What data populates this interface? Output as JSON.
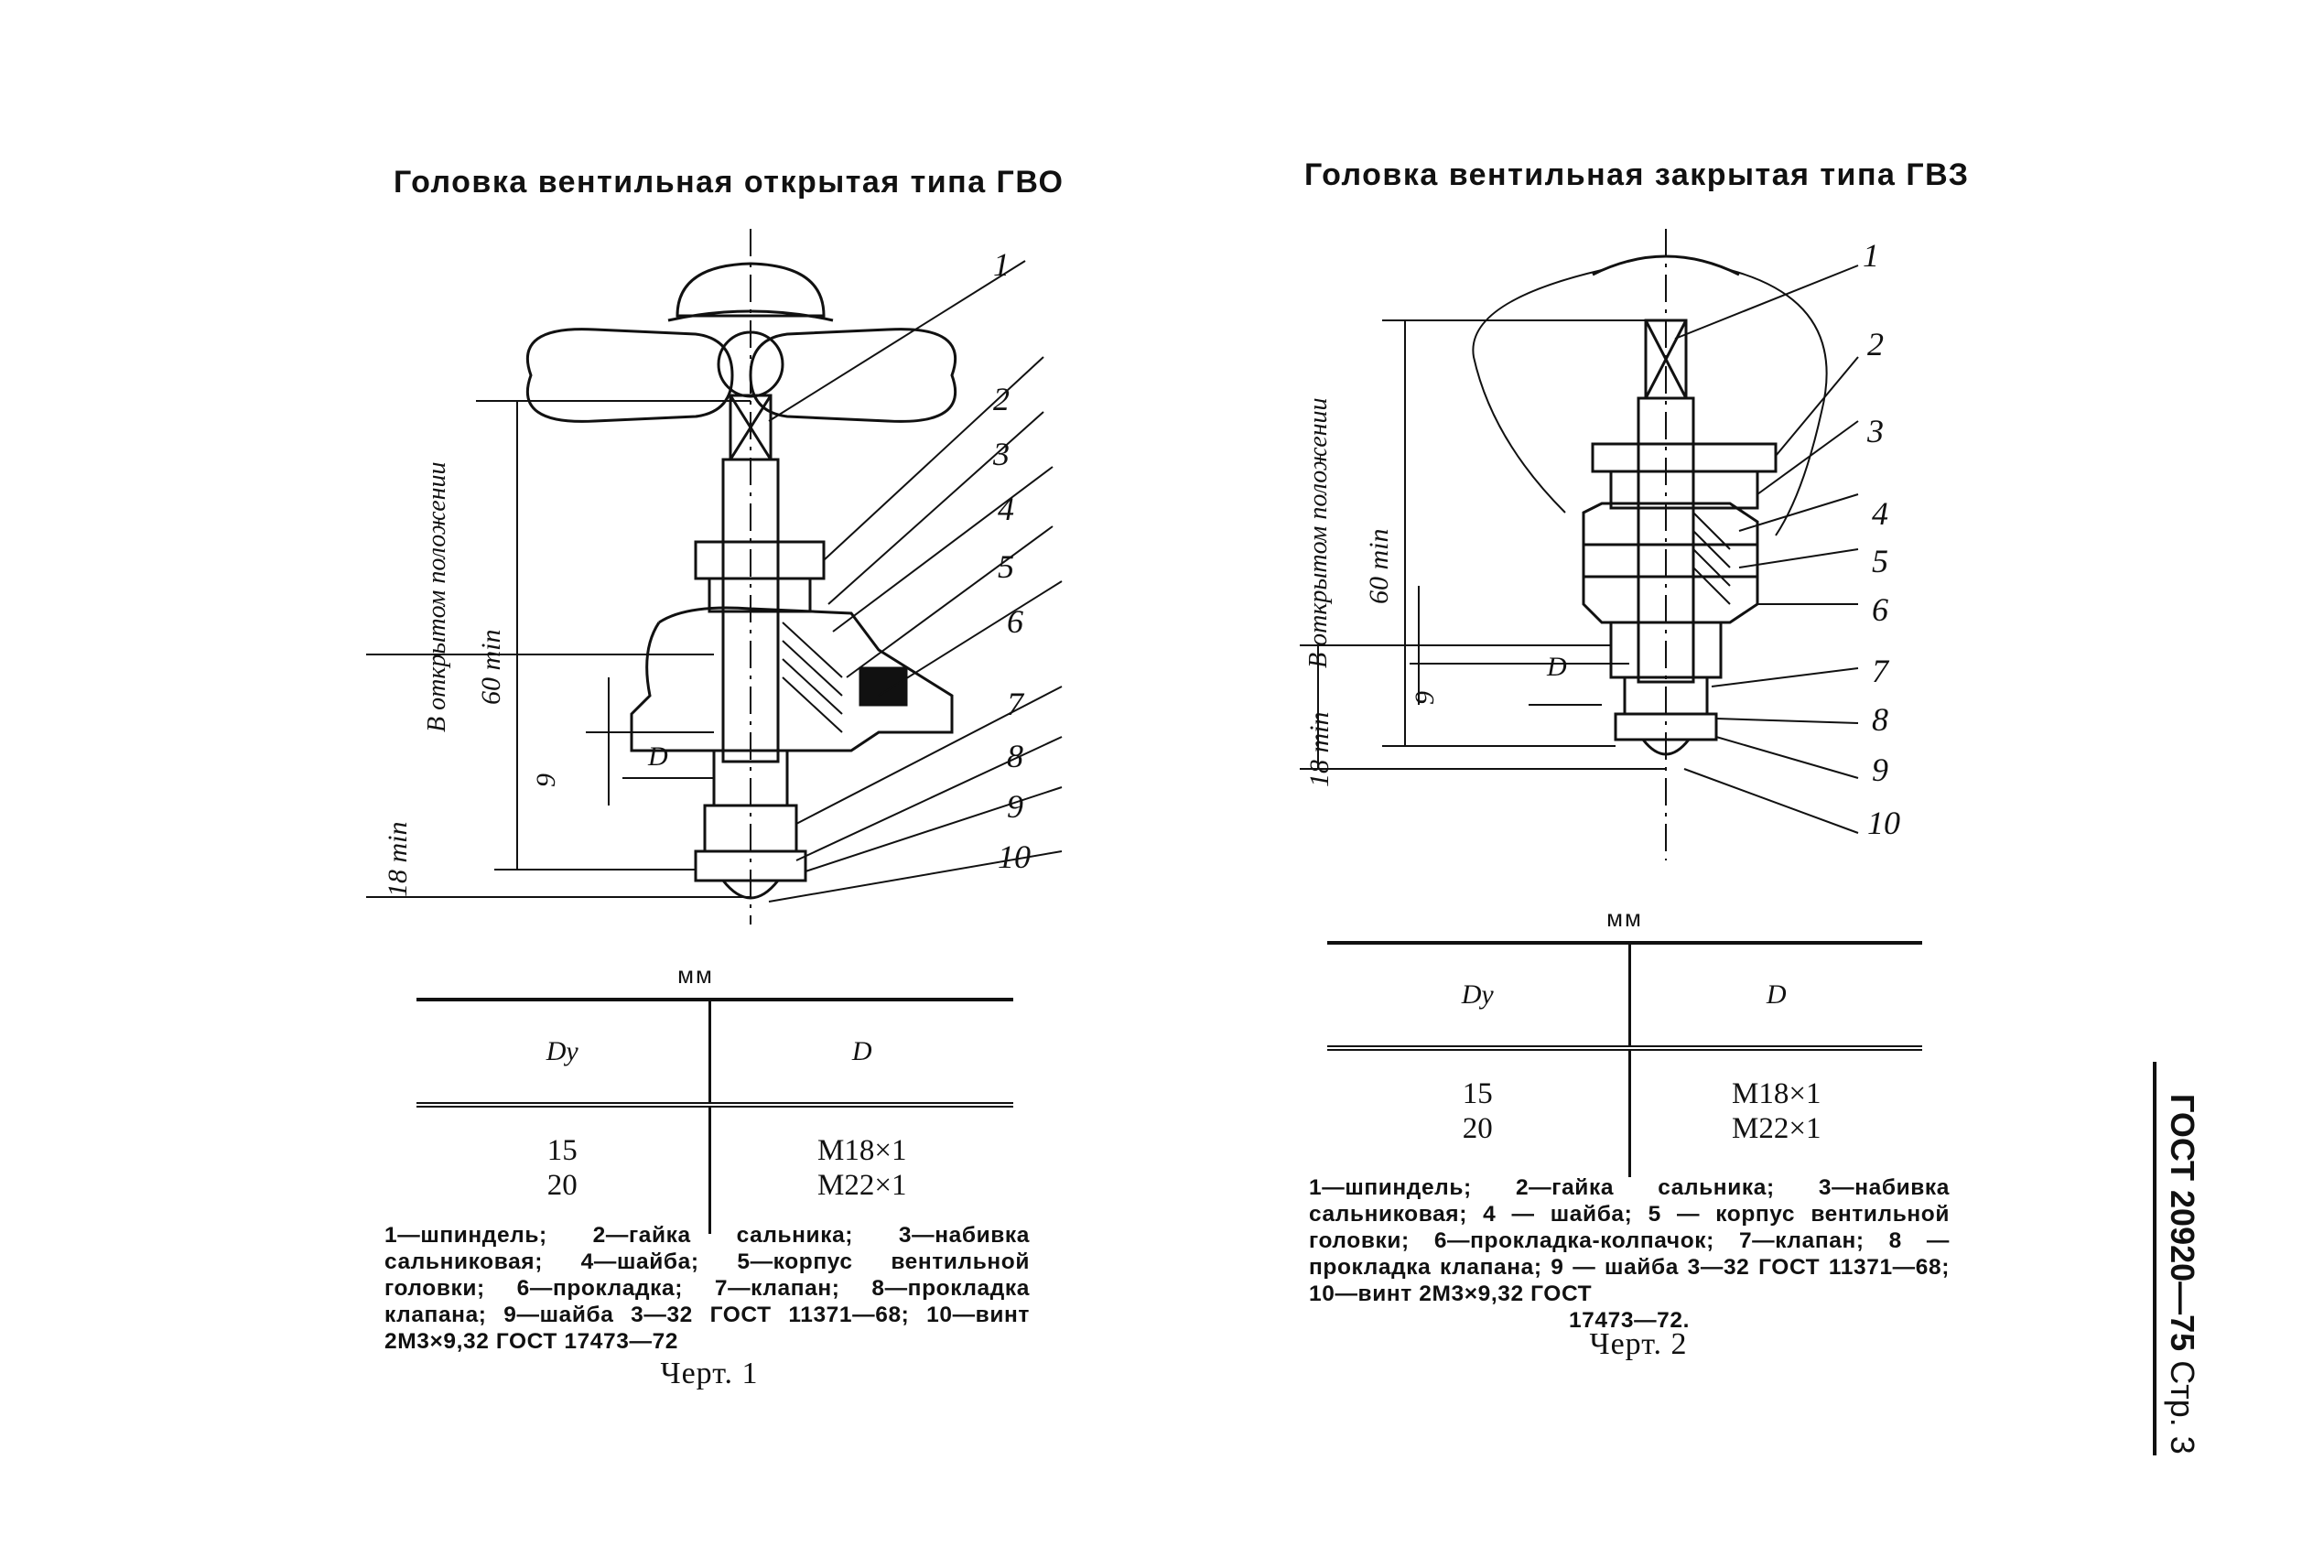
{
  "left": {
    "title": "Головка вентильная открытая типа ГВО",
    "callouts": [
      "1",
      "2",
      "3",
      "4",
      "5",
      "6",
      "7",
      "8",
      "9",
      "10"
    ],
    "dims": {
      "open_pos": "В открытом положении",
      "sixty": "60 min",
      "eighteen": "18 min",
      "nine": "9",
      "d": "D"
    },
    "unit": "мм",
    "table": {
      "headers": [
        "Dy",
        "D"
      ],
      "rows": [
        [
          "15",
          "М18×1"
        ],
        [
          "20",
          "М22×1"
        ]
      ]
    },
    "legend": "1—шпиндель; 2—гайка сальника; 3—набивка сальниковая; 4—шайба; 5—корпус вентильной головки; 6—прокладка; 7—клапан; 8—прокладка клапана; 9—шайба 3—32 ГОСТ 11371—68; 10—винт 2М3×9,32 ГОСТ 17473—72",
    "figure": "Черт. 1"
  },
  "right": {
    "title": "Головка вентильная закрытая типа ГВЗ",
    "callouts": [
      "1",
      "2",
      "3",
      "4",
      "5",
      "6",
      "7",
      "8",
      "9",
      "10"
    ],
    "dims": {
      "open_pos": "В открытом положении",
      "sixty": "60 min",
      "eighteen": "18 min",
      "nine": "9",
      "d": "D"
    },
    "unit": "мм",
    "table": {
      "headers": [
        "Dy",
        "D"
      ],
      "rows": [
        [
          "15",
          "М18×1"
        ],
        [
          "20",
          "М22×1"
        ]
      ]
    },
    "legend_main": "1—шпиндель; 2—гайка сальника; 3—набивка сальниковая; 4 — шайба; 5 — корпус вентильной головки; 6—прокладка-колпачок; 7—клапан; 8 — прокладка клапана; 9 — шайба 3—32 ГОСТ 11371—68; 10—винт 2М3×9,32 ГОСТ",
    "legend_last": "17473—72.",
    "figure": "Черт. 2"
  },
  "side": {
    "standard": "ГОСТ 20920—75",
    "page": "Стр. 3"
  }
}
